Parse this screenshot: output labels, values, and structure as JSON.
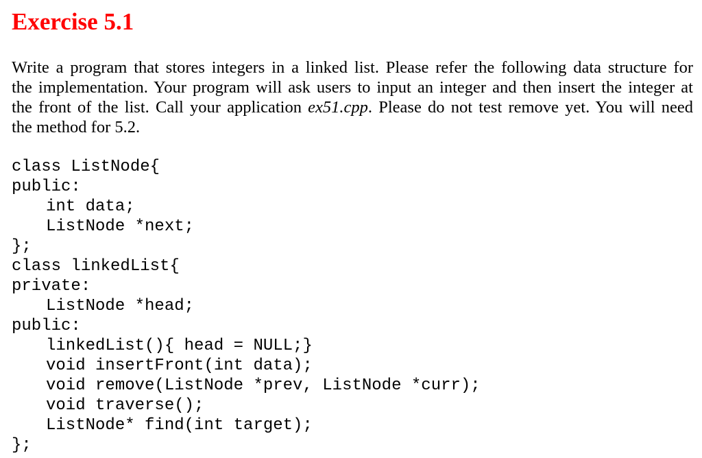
{
  "exercise": {
    "title": "Exercise 5.1"
  },
  "description": {
    "line_1": "Write a program that stores integers in a linked list. Please refer the following data structure for",
    "line_2": "the implementation.  Your program will ask users to input an integer and then insert the integer at",
    "line_3_before": "the front of the list. Call your application ",
    "line_3_filename": "ex51.cpp",
    "line_3_after": ". Please do not test remove yet. You will need",
    "line_4": "the method for 5.2."
  },
  "code": {
    "lines": [
      "class ListNode{",
      "public:",
      "int data;",
      "ListNode *next;",
      "};",
      "class linkedList{",
      "private:",
      "ListNode *head;",
      "public:",
      "linkedList(){ head = NULL;}",
      "void insertFront(int data);",
      "void remove(ListNode *prev, ListNode *curr);",
      "void traverse();",
      "ListNode* find(int target);",
      "};"
    ]
  }
}
